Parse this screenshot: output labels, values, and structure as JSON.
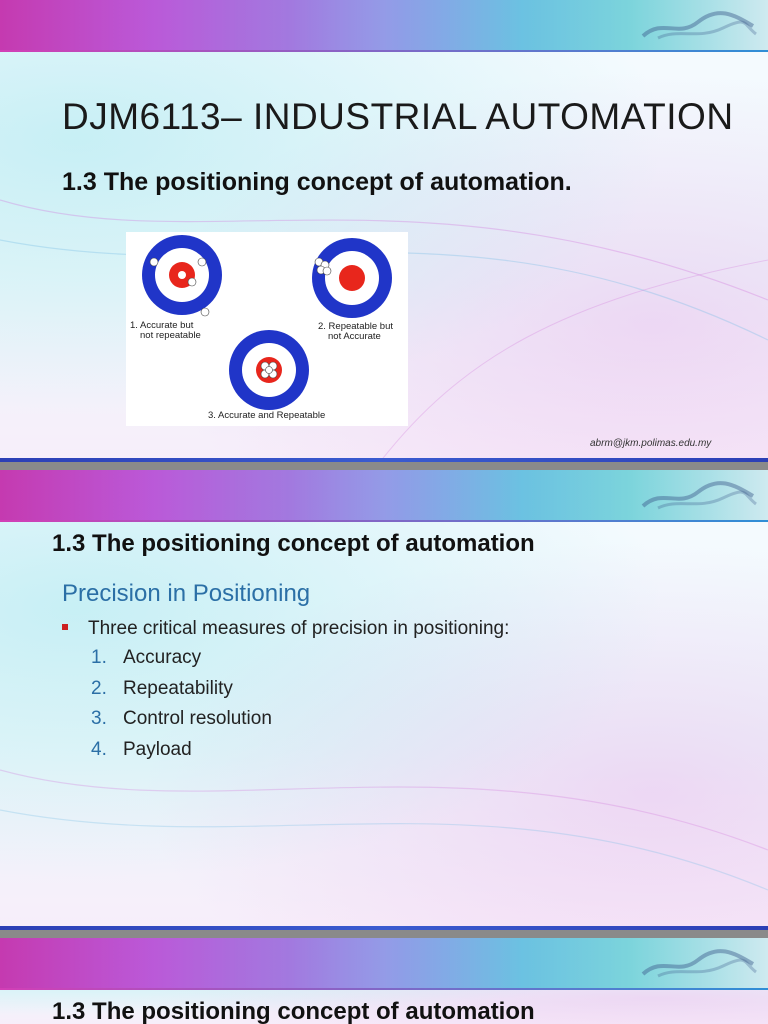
{
  "slide1": {
    "title": "DJM6113– INDUSTRIAL AUTOMATION",
    "subtitle": "1.3  The positioning concept of automation.",
    "targets": [
      {
        "label_line1": "1. Accurate but",
        "label_line2": "not repeatable"
      },
      {
        "label_line1": "2. Repeatable but",
        "label_line2": "not Accurate"
      },
      {
        "label_line1": "3. Accurate and Repeatable",
        "label_line2": ""
      }
    ],
    "email": "abrm@jkm.polimas.edu.my"
  },
  "slide2": {
    "title": "1.3   The positioning concept of automation",
    "heading": "Precision in Positioning",
    "bullet": "Three critical measures of precision in positioning:",
    "items": [
      {
        "num": "1.",
        "text": "Accuracy"
      },
      {
        "num": "2.",
        "text": "Repeatability"
      },
      {
        "num": "3.",
        "text": "Control resolution"
      },
      {
        "num": "4.",
        "text": "Payload"
      }
    ]
  },
  "slide3": {
    "title": "1.3   The positioning concept of automation"
  },
  "colors": {
    "target_blue": "#2035c8",
    "target_red": "#e8261c",
    "heading_blue": "#2b6fa6",
    "bullet_red": "#cc2020"
  }
}
